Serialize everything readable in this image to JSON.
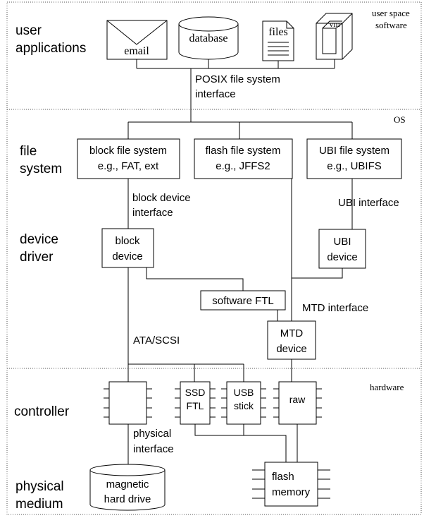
{
  "layers": {
    "user_applications": [
      "user",
      "applications"
    ],
    "file_system": [
      "file",
      "system"
    ],
    "device_driver": [
      "device",
      "driver"
    ],
    "controller": "controller",
    "physical_medium": [
      "physical",
      "medium"
    ]
  },
  "regions": {
    "user_space": [
      "user space",
      "software"
    ],
    "os": "OS",
    "hardware": "hardware"
  },
  "apps": {
    "email": "email",
    "database": "database",
    "files": "files",
    "vm": "vm"
  },
  "interfaces": {
    "posix": [
      "POSIX file system",
      "interface"
    ],
    "block_device": [
      "block device",
      "interface"
    ],
    "ubi": "UBI interface",
    "mtd": "MTD interface",
    "ata_scsi": "ATA/SCSI",
    "physical": [
      "physical",
      "interface"
    ]
  },
  "file_systems": {
    "block": [
      "block file system",
      "e.g., FAT, ext"
    ],
    "flash": [
      "flash file system",
      "e.g., JFFS2"
    ],
    "ubi": [
      "UBI file system",
      "e.g., UBIFS"
    ]
  },
  "drivers": {
    "block_device": [
      "block",
      "device"
    ],
    "ubi_device": [
      "UBI",
      "device"
    ],
    "software_ftl": "software FTL",
    "mtd_device": [
      "MTD",
      "device"
    ]
  },
  "controllers": {
    "ssd_ftl": [
      "SSD",
      "FTL"
    ],
    "usb_stick": [
      "USB",
      "stick"
    ],
    "raw": "raw"
  },
  "media": {
    "magnetic": [
      "magnetic",
      "hard drive"
    ],
    "flash_memory": [
      "flash",
      "memory"
    ]
  }
}
